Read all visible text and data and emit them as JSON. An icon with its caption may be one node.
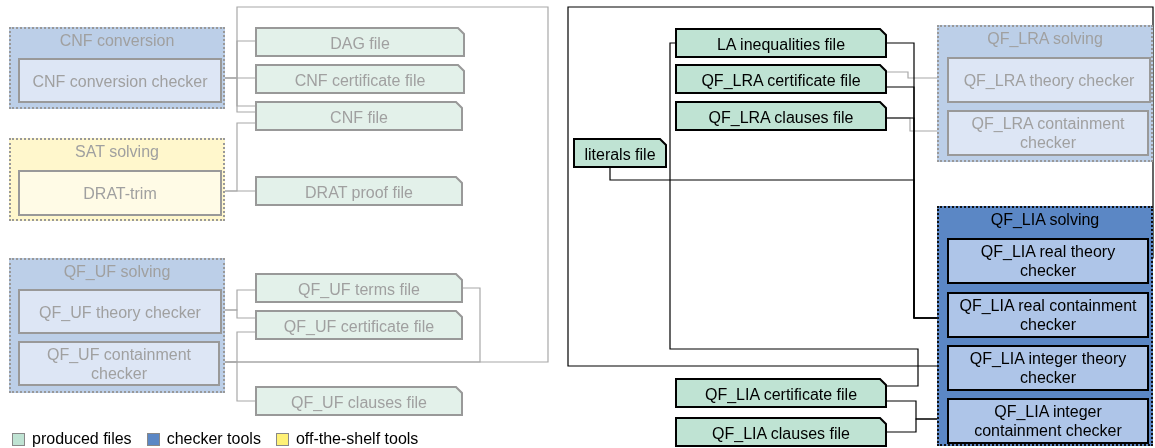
{
  "diagram": {
    "nodes": [
      {
        "text": [
          "CNF conversion"
        ]
      },
      {
        "text": [
          "CNF conversion checker"
        ],
        "in": 0
      },
      {
        "text": [
          "SAT solving"
        ]
      },
      {
        "text": [
          "DRAT-trim"
        ],
        "in": 2
      },
      {
        "text": [
          "QF_UF solving"
        ]
      },
      {
        "text": [
          "QF_UF theory checker"
        ],
        "in": 4
      },
      {
        "text": [
          "QF_UF containment checker"
        ],
        "in": 4
      },
      {
        "text": [
          "DAG file"
        ]
      },
      {
        "text": [
          "CNF certificate file"
        ]
      },
      {
        "text": [
          "CNF file"
        ]
      },
      {
        "text": [
          "DRAT proof file"
        ]
      },
      {
        "text": [
          "QF_UF terms file"
        ]
      },
      {
        "text": [
          "QF_UF certificate file"
        ]
      },
      {
        "text": [
          "QF_UF clauses file"
        ]
      },
      {
        "text": [
          "literals file"
        ]
      },
      {
        "text": [
          "LA inequalities file"
        ]
      },
      {
        "text": [
          "QF_LRA certificate file"
        ]
      },
      {
        "text": [
          "QF_LRA clauses file"
        ]
      },
      {
        "text": [
          "QF_LRA solving"
        ]
      },
      {
        "text": [
          "QF_LRA theory checker"
        ],
        "in": 18
      },
      {
        "text": [
          "QF_LRA containment checker"
        ],
        "in": 18
      },
      {
        "text": [
          "QF_LIA solving"
        ]
      },
      {
        "text": [
          "QF_LIA real theory checker"
        ],
        "in": 21
      },
      {
        "text": [
          "QF_LIA real containment checker"
        ],
        "in": 21
      },
      {
        "text": [
          "QF_LIA integer theory checker"
        ],
        "in": 21
      },
      {
        "text": [
          "QF_LIA integer containment checker"
        ],
        "in": 21
      },
      {
        "text": [
          "QF_LIA certificate file"
        ]
      },
      {
        "text": [
          "QF_LIA clauses file"
        ]
      }
    ],
    "edges": [
      {
        "from": 1,
        "to": 7,
        "arrow": "none"
      },
      {
        "from": 1,
        "to": 8,
        "arrow": "none"
      },
      {
        "from": 1,
        "to": 9,
        "arrow": "none"
      },
      {
        "from": 3,
        "to": 9,
        "arrow": "none"
      },
      {
        "from": 3,
        "to": 10,
        "arrow": "none"
      },
      {
        "from": 5,
        "to": 11,
        "arrow": "none"
      },
      {
        "from": 5,
        "to": 12,
        "arrow": "none"
      },
      {
        "from": 6,
        "to": 12,
        "arrow": "none"
      },
      {
        "from": 6,
        "to": 13,
        "arrow": "none"
      },
      {
        "from": 11,
        "to": 6,
        "arrow": "none"
      },
      {
        "from": 9,
        "to": 6,
        "arrow": "none"
      },
      {
        "from": 16,
        "to": 19,
        "arrow": "none"
      },
      {
        "from": 17,
        "to": 20,
        "arrow": "none"
      },
      {
        "from": 15,
        "to": 23,
        "arrow": "none",
        "color": "#000000"
      },
      {
        "from": 16,
        "to": 23,
        "arrow": "none",
        "color": "#000000"
      },
      {
        "from": 17,
        "to": 23,
        "arrow": "none",
        "color": "#000000"
      },
      {
        "from": 14,
        "to": 23,
        "arrow": "none",
        "color": "#000000"
      },
      {
        "from": 15,
        "to": 26,
        "arrow": "none",
        "color": "#000000"
      },
      {
        "from": 26,
        "to": 25,
        "arrow": "none",
        "color": "#000000"
      },
      {
        "from": 27,
        "to": 25,
        "arrow": "none",
        "color": "#000000"
      },
      {
        "from": 24,
        "to": 22,
        "arrow": "none",
        "color": "#000000"
      }
    ],
    "legend": [
      {
        "text": "produced files",
        "color": "#bfe3d3"
      },
      {
        "text": "checker tools",
        "color": "#5b87c5"
      },
      {
        "text": "off-the-shelf tools",
        "color": "#fff176"
      }
    ]
  }
}
